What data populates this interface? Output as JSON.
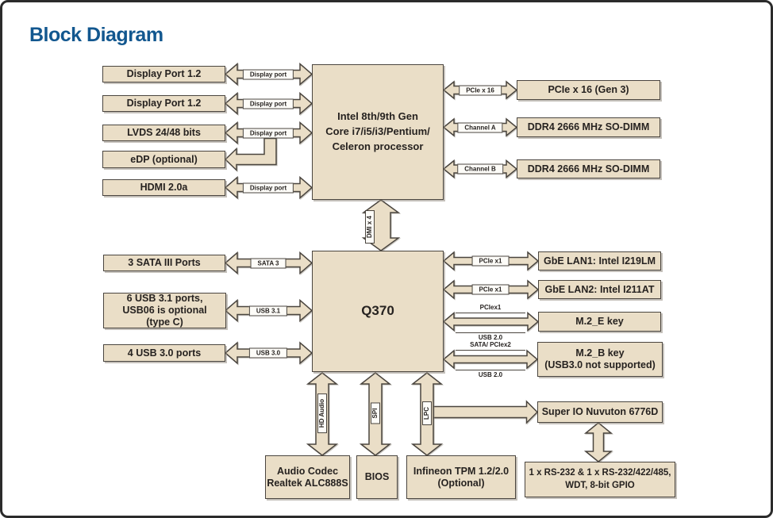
{
  "title": "Block Diagram",
  "colors": {
    "title_color": "#12578f",
    "node_fill": "#eadec7",
    "node_border": "#4a453f",
    "frame_border": "#2b2b2b"
  },
  "nodes": {
    "display_port_a": "Display Port 1.2",
    "display_port_b": "Display Port 1.2",
    "lvds": "LVDS 24/48 bits",
    "edp": "eDP (optional)",
    "hdmi": "HDMI 2.0a",
    "cpu": "Intel 8th/9th Gen\nCore i7/i5/i3/Pentium/\nCeleron processor",
    "pcie16": "PCIe x 16 (Gen 3)",
    "dimm_a": "DDR4 2666 MHz SO-DIMM",
    "dimm_b": "DDR4 2666 MHz SO-DIMM",
    "sata": "3 SATA III Ports",
    "usb31": "6 USB 3.1 ports,\nUSB06 is optional\n(type C)",
    "usb30": "4 USB 3.0 ports",
    "pch": "Q370",
    "lan1": "GbE LAN1: Intel I219LM",
    "lan2": "GbE LAN2: Intel I211AT",
    "m2e": "M.2_E key",
    "m2b": "M.2_B key\n(USB3.0 not supported)",
    "superio": "Super IO Nuvuton 6776D",
    "serial": "1 x RS-232 & 1 x RS-232/422/485,\nWDT, 8-bit GPIO",
    "audio": "Audio Codec\nRealtek ALC888S",
    "bios": "BIOS",
    "tpm": "Infineon TPM 1.2/2.0\n(Optional)"
  },
  "bus_labels": {
    "display_port": "Display port",
    "pcie_x16": "PCIe x 16",
    "channel_a": "Channel A",
    "channel_b": "Channel B",
    "dmi": "DMI x 4",
    "sata3": "SATA 3",
    "usb31": "USB 3.1",
    "usb30": "USB 3.0",
    "pcie_x1_a": "PCIe x1",
    "pcie_x1_b": "PCIe x1",
    "pciex1": "PCIex1",
    "usb20_a": "USB 2.0",
    "sata_pciex2": "SATA/ PCIex2",
    "usb20_b": "USB 2.0",
    "hd_audio": "HD Audio",
    "spi": "SPI",
    "lpc": "LPC"
  }
}
